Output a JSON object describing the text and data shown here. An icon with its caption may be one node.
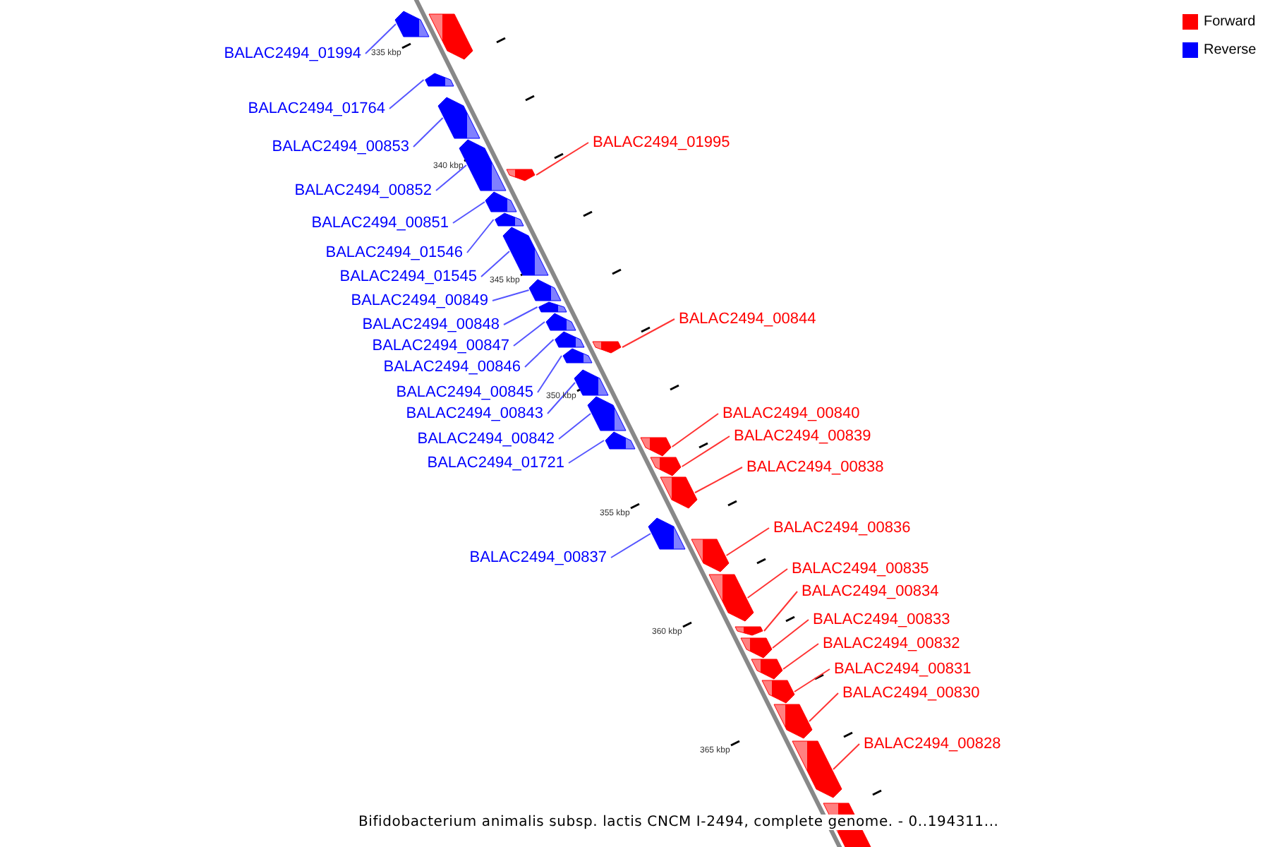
{
  "diagram": {
    "caption": "Bifidobacterium animalis subsp. lactis CNCM I-2494, complete genome. - 0..194311...",
    "nodes": [
      {
        "text": [],
        "shape": "box"
      },
      {
        "text": [],
        "shape": "box"
      },
      {
        "text": [],
        "shape": "box"
      },
      {
        "text": [],
        "shape": "box"
      },
      {
        "text": [],
        "shape": "box"
      },
      {
        "text": [],
        "shape": "box"
      },
      {
        "text": [],
        "shape": "box"
      },
      {
        "text": [],
        "shape": "box"
      },
      {
        "text": [],
        "shape": "box"
      },
      {
        "text": [],
        "shape": "box"
      },
      {
        "text": [],
        "shape": "box"
      },
      {
        "text": [],
        "shape": "box"
      },
      {
        "text": [],
        "shape": "box"
      },
      {
        "text": [],
        "shape": "box"
      },
      {
        "text": [],
        "shape": "box"
      },
      {
        "text": [],
        "shape": "box"
      },
      {
        "text": [],
        "shape": "box"
      },
      {
        "text": [],
        "shape": "box"
      },
      {
        "text": [],
        "shape": "box"
      },
      {
        "text": [],
        "shape": "box"
      },
      {
        "text": [],
        "shape": "box"
      },
      {
        "text": [],
        "shape": "box"
      },
      {
        "text": [],
        "shape": "box"
      },
      {
        "text": [],
        "shape": "box"
      },
      {
        "text": [],
        "shape": "box"
      },
      {
        "text": [],
        "shape": "box"
      },
      {
        "text": [],
        "shape": "box"
      },
      {
        "text": [],
        "shape": "box"
      },
      {
        "text": [],
        "shape": "box"
      },
      {
        "text": [],
        "shape": "box"
      },
      {
        "text": [],
        "shape": "box"
      },
      {
        "text": [
          "BALAC2494_01994"
        ]
      },
      {
        "text": [
          "BALAC2494_01764"
        ]
      },
      {
        "text": [
          "BALAC2494_01995"
        ]
      },
      {
        "text": [
          "BALAC2494_00853"
        ]
      },
      {
        "text": [
          "BALAC2494_00852"
        ]
      },
      {
        "text": [
          "BALAC2494_00851"
        ]
      },
      {
        "text": [
          "BALAC2494_01546"
        ]
      },
      {
        "text": [
          "BALAC2494_01545"
        ]
      },
      {
        "text": [
          "BALAC2494_00849"
        ]
      },
      {
        "text": [
          "BALAC2494_00844"
        ]
      },
      {
        "text": [
          "BALAC2494_00848"
        ]
      },
      {
        "text": [
          "BALAC2494_00847"
        ]
      },
      {
        "text": [
          "BALAC2494_00846"
        ]
      },
      {
        "text": [
          "BALAC2494_00845"
        ]
      },
      {
        "text": [
          "BALAC2494_00843"
        ]
      },
      {
        "text": [
          "BALAC2494_00840"
        ]
      },
      {
        "text": [
          "BALAC2494_00839"
        ]
      },
      {
        "text": [
          "BALAC2494_00842"
        ]
      },
      {
        "text": [
          "BALAC2494_01721"
        ]
      },
      {
        "text": [
          "BALAC2494_00838"
        ]
      },
      {
        "text": [
          "BALAC2494_00836"
        ]
      },
      {
        "text": [
          "BALAC2494_00837"
        ]
      },
      {
        "text": [
          "BALAC2494_00835"
        ]
      },
      {
        "text": [
          "BALAC2494_00834"
        ]
      },
      {
        "text": [
          "BALAC2494_00833"
        ]
      },
      {
        "text": [
          "BALAC2494_00832"
        ]
      },
      {
        "text": [
          "BALAC2494_00831"
        ]
      },
      {
        "text": [
          "BALAC2494_00830"
        ]
      },
      {
        "text": [
          "BALAC2494_00828"
        ]
      }
    ],
    "edges": [
      {
        "from": 31,
        "to": 0,
        "arrow": "none"
      },
      {
        "from": 32,
        "to": 2,
        "arrow": "none"
      },
      {
        "from": 33,
        "to": 5,
        "arrow": "none",
        "color": "#ff3333"
      },
      {
        "from": 34,
        "to": 3,
        "arrow": "none"
      },
      {
        "from": 35,
        "to": 4,
        "arrow": "none"
      },
      {
        "from": 36,
        "to": 6,
        "arrow": "none"
      },
      {
        "from": 37,
        "to": 7,
        "arrow": "none"
      },
      {
        "from": 38,
        "to": 8,
        "arrow": "none"
      },
      {
        "from": 39,
        "to": 9,
        "arrow": "none"
      },
      {
        "from": 40,
        "to": 13,
        "arrow": "none",
        "color": "#ff3333"
      },
      {
        "from": 41,
        "to": 10,
        "arrow": "none"
      },
      {
        "from": 42,
        "to": 11,
        "arrow": "none"
      },
      {
        "from": 43,
        "to": 12,
        "arrow": "none"
      },
      {
        "from": 44,
        "to": 14,
        "arrow": "none"
      },
      {
        "from": 45,
        "to": 15,
        "arrow": "none"
      },
      {
        "from": 46,
        "to": 18,
        "arrow": "none",
        "color": "#ff3333"
      },
      {
        "from": 47,
        "to": 19,
        "arrow": "none",
        "color": "#ff3333"
      },
      {
        "from": 48,
        "to": 16,
        "arrow": "none"
      },
      {
        "from": 49,
        "to": 17,
        "arrow": "none"
      },
      {
        "from": 50,
        "to": 20,
        "arrow": "none",
        "color": "#ff3333"
      },
      {
        "from": 51,
        "to": 22,
        "arrow": "none",
        "color": "#ff3333"
      },
      {
        "from": 52,
        "to": 21,
        "arrow": "none"
      },
      {
        "from": 53,
        "to": 23,
        "arrow": "none",
        "color": "#ff3333"
      },
      {
        "from": 54,
        "to": 24,
        "arrow": "none",
        "color": "#ff3333"
      },
      {
        "from": 55,
        "to": 25,
        "arrow": "none",
        "color": "#ff3333"
      },
      {
        "from": 56,
        "to": 26,
        "arrow": "none",
        "color": "#ff3333"
      },
      {
        "from": 57,
        "to": 27,
        "arrow": "none",
        "color": "#ff3333"
      },
      {
        "from": 58,
        "to": 28,
        "arrow": "none",
        "color": "#ff3333"
      },
      {
        "from": 59,
        "to": 29,
        "arrow": "none",
        "color": "#ff3333"
      }
    ],
    "labels": [
      "335 kbp",
      "340 kbp",
      "345 kbp",
      "350 kbp",
      "355 kbp",
      "360 kbp",
      "365 kbp"
    ],
    "legend": [
      {
        "text": "Forward",
        "color": "#ff0000"
      },
      {
        "text": "Reverse",
        "color": "#0000ff"
      }
    ]
  }
}
